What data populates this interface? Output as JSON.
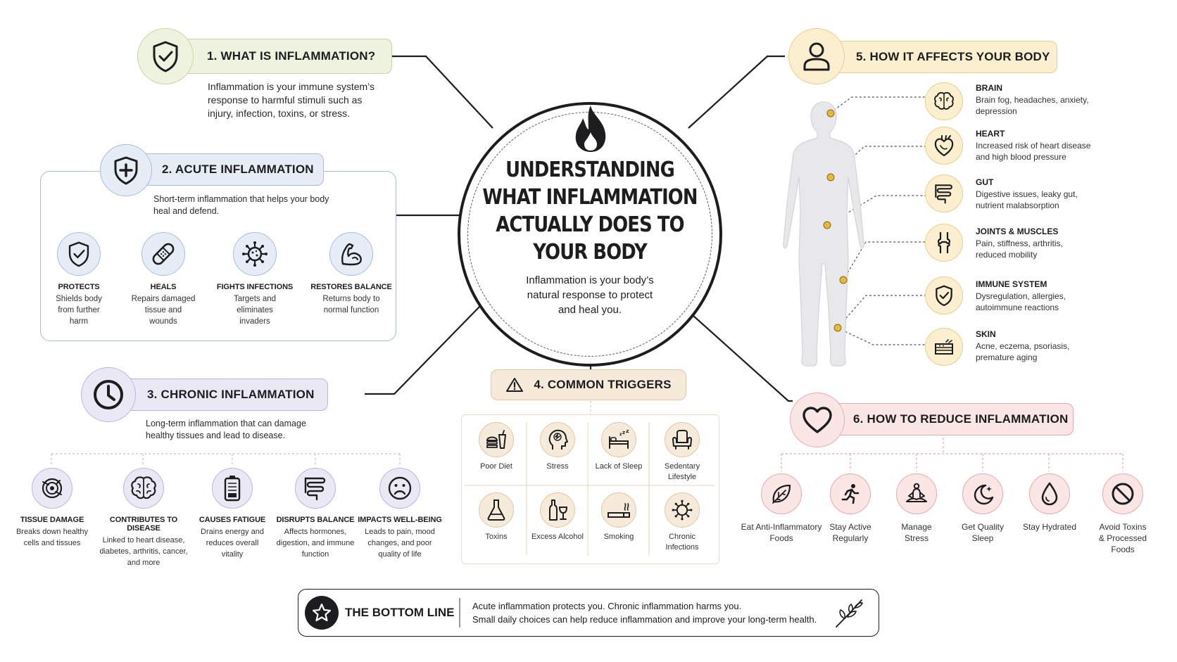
{
  "center": {
    "title_lines": [
      "UNDERSTANDING",
      "WHAT INFLAMMATION",
      "ACTUALLY DOES TO",
      "YOUR BODY"
    ],
    "subtitle_lines": [
      "Inflammation is your body’s",
      "natural response to protect",
      "and heal you."
    ]
  },
  "section1": {
    "title": "1. WHAT IS INFLAMMATION?",
    "desc_lines": [
      "Inflammation is your immune system’s",
      "response to harmful stimuli such as",
      "injury, infection, toxins, or stress."
    ]
  },
  "section2": {
    "title": "2. ACUTE INFLAMMATION",
    "desc_lines": [
      "Short-term inflammation that helps your body",
      "heal and defend."
    ],
    "items": [
      {
        "icon": "shield-check-icon",
        "title": "PROTECTS",
        "desc_lines": [
          "Shields body",
          "from further",
          "harm"
        ]
      },
      {
        "icon": "bandage-icon",
        "title": "HEALS",
        "desc_lines": [
          "Repairs damaged",
          "tissue and",
          "wounds"
        ]
      },
      {
        "icon": "virus-icon",
        "title": "FIGHTS INFECTIONS",
        "desc_lines": [
          "Targets and",
          "eliminates",
          "invaders"
        ]
      },
      {
        "icon": "muscle-arm-icon",
        "title": "RESTORES BALANCE",
        "desc_lines": [
          "Returns body to",
          "normal function"
        ]
      }
    ]
  },
  "section3": {
    "title": "3. CHRONIC INFLAMMATION",
    "desc_lines": [
      "Long-term inflammation that can damage",
      "healthy tissues and lead to disease."
    ],
    "items": [
      {
        "icon": "tissue-damage-icon",
        "title": "TISSUE DAMAGE",
        "desc_lines": [
          "Breaks down healthy",
          "cells and tissues"
        ]
      },
      {
        "icon": "brain-icon",
        "title": "CONTRIBUTES TO DISEASE",
        "desc_lines": [
          "Linked to heart disease,",
          "diabetes, arthritis, cancer,",
          "and more"
        ]
      },
      {
        "icon": "battery-low-icon",
        "title": "CAUSES FATIGUE",
        "desc_lines": [
          "Drains energy and",
          "reduces overall",
          "vitality"
        ]
      },
      {
        "icon": "intestine-icon",
        "title": "DISRUPTS BALANCE",
        "desc_lines": [
          "Affects hormones,",
          "digestion, and immune",
          "function"
        ]
      },
      {
        "icon": "sad-face-icon",
        "title": "IMPACTS WELL-BEING",
        "desc_lines": [
          "Leads to pain, mood",
          "changes, and poor",
          "quality of life"
        ]
      }
    ]
  },
  "section4": {
    "title": "4. COMMON TRIGGERS",
    "items": [
      {
        "icon": "fast-food-icon",
        "label_lines": [
          "Poor Diet"
        ]
      },
      {
        "icon": "stress-head-icon",
        "label_lines": [
          "Stress"
        ]
      },
      {
        "icon": "bed-sleep-icon",
        "label_lines": [
          "Lack of Sleep"
        ]
      },
      {
        "icon": "armchair-icon",
        "label_lines": [
          "Sedentary",
          "Lifestyle"
        ]
      },
      {
        "icon": "flask-icon",
        "label_lines": [
          "Toxins"
        ]
      },
      {
        "icon": "alcohol-icon",
        "label_lines": [
          "Excess Alcohol"
        ]
      },
      {
        "icon": "cigarette-icon",
        "label_lines": [
          "Smoking"
        ]
      },
      {
        "icon": "virus-icon",
        "label_lines": [
          "Chronic",
          "Infections"
        ]
      }
    ]
  },
  "section5": {
    "title": "5. HOW IT AFFECTS YOUR BODY",
    "organs": [
      {
        "icon": "brain-icon",
        "title": "BRAIN",
        "desc_lines": [
          "Brain fog, headaches, anxiety,",
          "depression"
        ]
      },
      {
        "icon": "heart-organ-icon",
        "title": "HEART",
        "desc_lines": [
          "Increased risk of heart disease",
          "and high blood pressure"
        ]
      },
      {
        "icon": "gut-icon",
        "title": "GUT",
        "desc_lines": [
          "Digestive issues, leaky gut,",
          "nutrient malabsorption"
        ]
      },
      {
        "icon": "joint-icon",
        "title": "JOINTS & MUSCLES",
        "desc_lines": [
          "Pain, stiffness, arthritis,",
          "reduced mobility"
        ]
      },
      {
        "icon": "shield-check-icon",
        "title": "IMMUNE SYSTEM",
        "desc_lines": [
          "Dysregulation, allergies,",
          "autoimmune reactions"
        ]
      },
      {
        "icon": "skin-icon",
        "title": "SKIN",
        "desc_lines": [
          "Acne, eczema, psoriasis,",
          "premature aging"
        ]
      }
    ]
  },
  "section6": {
    "title": "6. HOW TO REDUCE INFLAMMATION",
    "items": [
      {
        "icon": "leaf-icon",
        "label_lines": [
          "Eat Anti-Inflammatory",
          "Foods"
        ]
      },
      {
        "icon": "running-icon",
        "label_lines": [
          "Stay Active",
          "Regularly"
        ]
      },
      {
        "icon": "meditation-icon",
        "label_lines": [
          "Manage",
          "Stress"
        ]
      },
      {
        "icon": "moon-icon",
        "label_lines": [
          "Get Quality",
          "Sleep"
        ]
      },
      {
        "icon": "water-drop-icon",
        "label_lines": [
          "Stay Hydrated"
        ]
      },
      {
        "icon": "no-sign-icon",
        "label_lines": [
          "Avoid Toxins",
          "& Processed",
          "Foods"
        ]
      }
    ]
  },
  "bottom": {
    "title": "THE BOTTOM LINE",
    "lines": [
      "Acute inflammation protects you. Chronic inflammation harms you.",
      "Small daily choices can help reduce inflammation and improve your long-term health."
    ]
  },
  "colors": {
    "green_bg": "#eef3df",
    "green_border": "#c9d6a4",
    "blue_bg": "#e6edf7",
    "blue_border": "#a9bcd9",
    "purple_bg": "#ebe8f6",
    "purple_border": "#bdb4de",
    "tan_bg": "#f6ebdb",
    "tan_border": "#dfc7a3",
    "yellow_bg": "#fbefcf",
    "yellow_border": "#e6cf8d",
    "pink_bg": "#fbe6e6",
    "pink_border": "#e6a9ad",
    "ink": "#1d1d1f"
  }
}
